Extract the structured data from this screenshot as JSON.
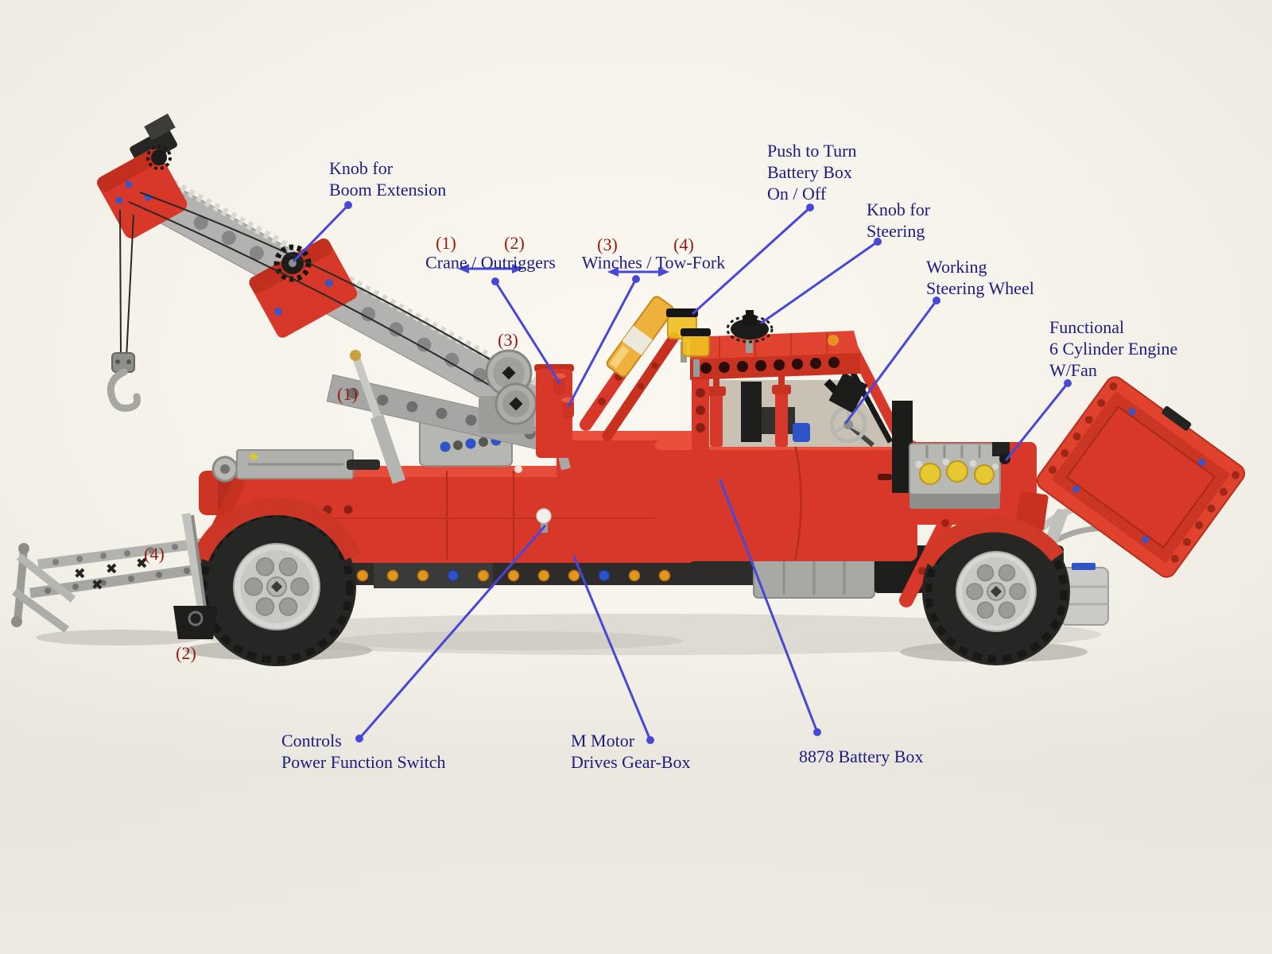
{
  "figure": {
    "subject_labels_color": "#1b1b80",
    "pointer_line_color": "#4747d8",
    "marker_color": "#951810",
    "lego_red": "#d8382a",
    "lego_grey": "#b2b2b0",
    "background": "#f5f2ea"
  },
  "labels": {
    "knob_boom": "Knob for\nBoom Extension",
    "crane_title": "Crane / Outriggers",
    "winch_title": "Winches / Tow-Fork",
    "push_battery": "Push to Turn\nBattery Box\nOn / Off",
    "knob_steering": "Knob for\nSteering",
    "steering_wheel": "Working\nSteering Wheel",
    "engine": "Functional\n6 Cylinder Engine\nW/Fan",
    "controls": "Controls\nPower Function Switch",
    "m_motor": "M Motor\nDrives Gear-Box",
    "battery_box": "8878 Battery Box"
  },
  "markers": {
    "crane_1": "(1)",
    "crane_2": "(2)",
    "winch_3": "(3)",
    "winch_4": "(4)",
    "part_1": "(1)",
    "part_2": "(2)",
    "part_3": "(3)",
    "part_4": "(4)"
  }
}
